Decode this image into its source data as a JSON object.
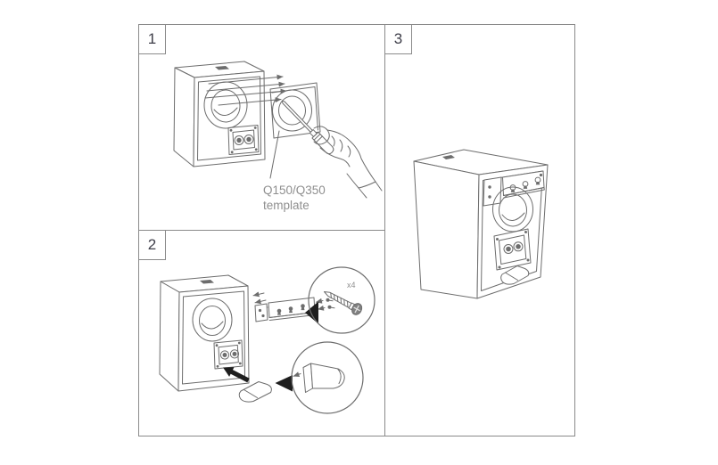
{
  "colors": {
    "background": "#ffffff",
    "frame_border": "#8a8a8a",
    "line_art": "#6d6d6d",
    "badge_number": "#3e3e49",
    "label_text": "#8f8f8f",
    "solid_arrow": "#1e1e1e"
  },
  "steps": [
    {
      "number": "1",
      "template_label": {
        "line1": "Q150/Q350",
        "line2": "template"
      }
    },
    {
      "number": "2",
      "screw_quantity": "x4"
    },
    {
      "number": "3"
    }
  ]
}
